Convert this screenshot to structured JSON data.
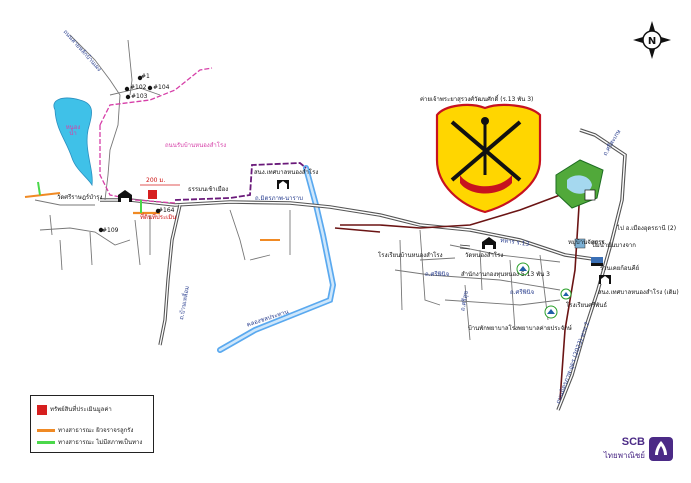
{
  "labels": {
    "camp": "ค่ายเจ้าพระยาสุรวงศ์วัฒนศักดิ์ (ร.13 พัน 3)",
    "street_hanging": "ถนนสายหลักบ้านเผง",
    "reservoir": "หนอง น้ำ",
    "road_ban_nong_samrong": "ถนนรับบ้านหนองสำโรง",
    "h1": "#1",
    "h102": "#102",
    "h103": "#103",
    "h104": "#104",
    "h109": "#109",
    "h164": "#164",
    "wat_sri_rat": "วัดศรีราษฎร์บำรุง",
    "subject_dist": "200 ม.",
    "subject": "ที่ดินที่ประเมิน",
    "traffic_light": "ธรรมนเช้าเมือง",
    "school_nong_samrong": "สนง.เทศบาลหนองสำโรง",
    "road_mittraphap": "ถ.มิตรภาพ-นาราบ",
    "canal": "คลองชลประทาน",
    "road_ban_lueam": "ถ.บ้านเหลื่อม",
    "road_outer": "ถ.วงแหวน",
    "wat_nong_samrong": "วัดหนองสำโรง",
    "police_post": "โรงเรียนบ้านหนองสำโรง",
    "rtn_13": "ทหาร ร.13",
    "road_khuang": "ถ.ศรีสุริยวงศ์",
    "road_north_east": "ถ.ศรีสะเกษ",
    "town_road": "ไป อ.เมืองอุดรธานี (2)",
    "bank_gas": "ปั๊มน้ำมันบางจาก",
    "hospital": "ร้านเคยก้อนคีย์",
    "pond_trail": "บ้านพักพยาบาลโรงพยาบาลค่ายประจักษ์",
    "school_old": "สนง.เทศบาลหนองสำโรง (เดิม)",
    "office_org": "สำนักงานกองทุนหนอง 5.13 พัน 3",
    "road_sonphan": "ถ.ศรีพินิจ",
    "road_kanlaya": "ถ.ศรีพินิจ",
    "road_udon": "ถ.ศรีสุข",
    "highway_2": "ถนนมิตรภาพ-อุดร (2023) ทาง 2",
    "village": "หมู่บ้านจัดสรร",
    "school_x": "โรงเรียนศรีพันธ์"
  },
  "legend": {
    "items": [
      {
        "label": "ทรัพย์สินที่ประเมินมูลค่า",
        "color": "#d61f1f",
        "kind": "box"
      },
      {
        "label": "ทางสาธารณะ ผิวจราจรลูกรัง",
        "color": "#f08a24",
        "kind": "line"
      },
      {
        "label": "ทางสาธารณะ ไม่มีสภาพเป็นทาง",
        "color": "#4bd84b",
        "kind": "line"
      }
    ]
  },
  "compass": {
    "letter": "N"
  },
  "brand": {
    "name": "SCB",
    "sub": "ไทยพาณิชย์",
    "color": "#4b2a86"
  },
  "colors": {
    "road": "#555555",
    "canal": "#5aa9ef",
    "boundary_pink": "#d63fa8",
    "boundary_purple": "#6a1a7a",
    "boundary_brown": "#6b1414",
    "subject": "#d61f1f",
    "reservoir": "#3fc1e8",
    "emblem_yellow": "#ffd600"
  }
}
